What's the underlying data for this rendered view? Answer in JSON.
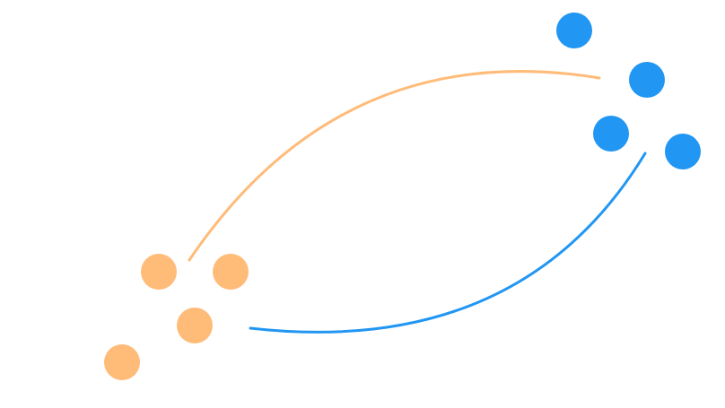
{
  "colors": {
    "background": "#ffffff",
    "orange": "#ffbb78",
    "blue": "#2196f3"
  },
  "clusters": [
    {
      "name": "orange-cluster",
      "color_key": "orange",
      "dot_count": 4
    },
    {
      "name": "blue-cluster",
      "color_key": "blue",
      "dot_count": 4
    }
  ],
  "connections": [
    {
      "name": "orange-arc",
      "from": "orange-cluster",
      "to": "blue-cluster",
      "color_key": "orange"
    },
    {
      "name": "blue-arc",
      "from": "blue-cluster",
      "to": "orange-cluster",
      "color_key": "blue"
    }
  ]
}
